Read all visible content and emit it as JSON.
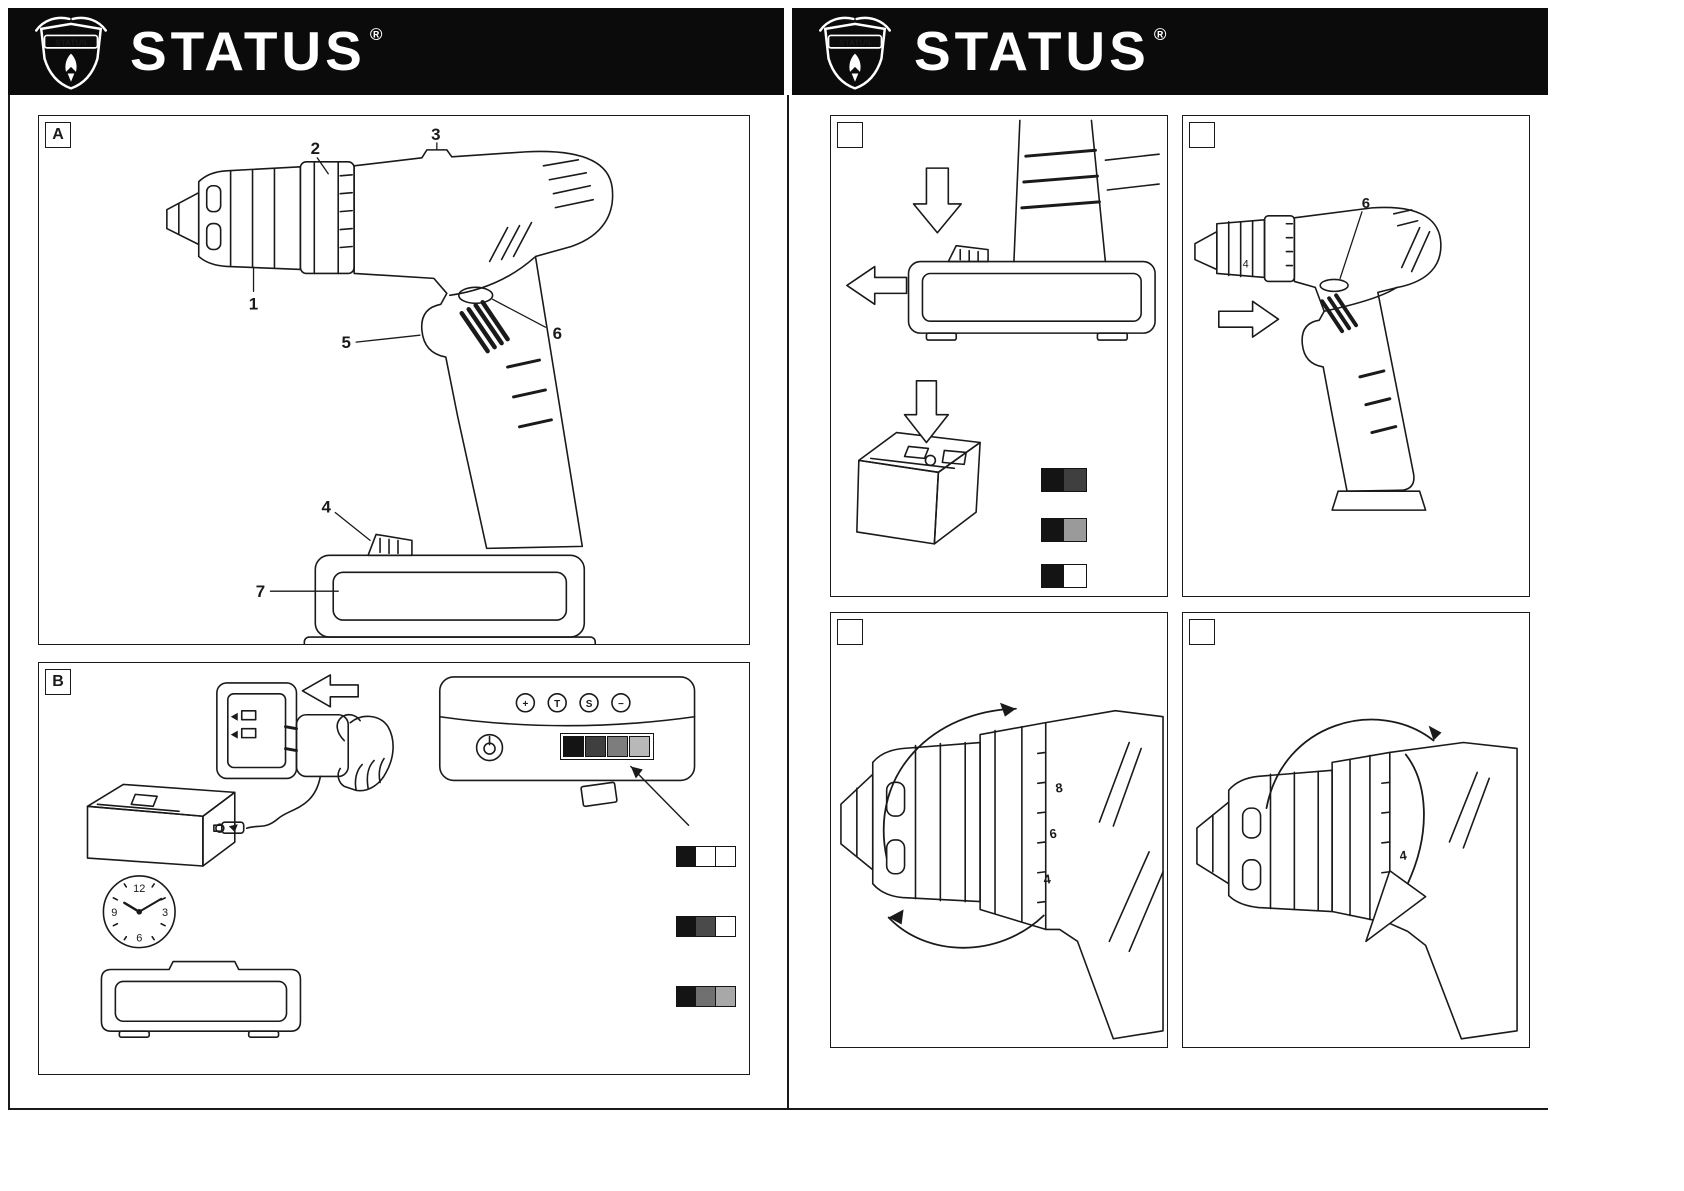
{
  "brand": {
    "wordmark": "STATUS",
    "registered_mark": "®",
    "shield_text": "STATUS"
  },
  "panels": {
    "a": {
      "label": "A",
      "callouts": {
        "chuck": "1",
        "torque_collar": "2",
        "gear_selector": "3",
        "battery_latch": "4",
        "grip": "5",
        "direction_switch": "6",
        "battery_pack": "7"
      }
    },
    "b": {
      "label": "B",
      "clock": {
        "n12": "12",
        "n3": "3",
        "n6": "6",
        "n9": "9"
      },
      "charger_icons": {
        "plus": "+",
        "t": "T",
        "s": "S",
        "minus": "−"
      },
      "charger_leds": [
        "#141414",
        "#3f3f3f",
        "#7d7d7d",
        "#b8b8b8"
      ],
      "battery_level_rows": [
        [
          "#141414",
          "#ffffff",
          "#ffffff"
        ],
        [
          "#141414",
          "#4a4a4a",
          "#ffffff"
        ],
        [
          "#141414",
          "#707070",
          "#a8a8a8"
        ]
      ]
    },
    "c": {
      "label": "",
      "battery_level_rows": [
        [
          "#141414",
          "#3f3f3f"
        ],
        [
          "#141414",
          "#9a9a9a"
        ],
        [
          "#141414",
          "#ffffff"
        ]
      ]
    },
    "d": {
      "label": "",
      "callout_direction_switch": "6",
      "collar_number": "4"
    },
    "e": {
      "label": "",
      "torque_numbers": {
        "n8": "8",
        "n6": "6",
        "n4": "4"
      }
    },
    "f": {
      "label": "",
      "torque_number": "4"
    }
  },
  "colors": {
    "ink": "#1a1a1a",
    "paper": "#ffffff",
    "header": "#0b0b0b"
  }
}
